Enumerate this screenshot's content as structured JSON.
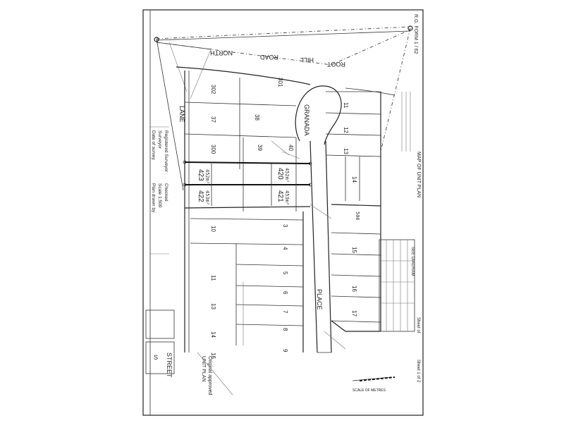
{
  "sheet": {
    "form_id": "R.G. FORM 1 / 62",
    "title_block": "MAP OF UNIT PLAN",
    "sheet_no": "Sheet 1 of 2"
  },
  "streets": {
    "north": [
      "NORTH",
      "ROAD",
      "HILL",
      "ROOT"
    ],
    "cul_de_sac": "GRANADA",
    "place": "PLACE",
    "side": "LANE",
    "lower": "STREET"
  },
  "lots_upper": [
    "302",
    "37",
    "38",
    "301",
    "300",
    "39",
    "40",
    "423",
    "422",
    "421",
    "420"
  ],
  "lots_right": [
    "11",
    "12",
    "13",
    "14",
    "15",
    "16",
    "17"
  ],
  "lots_center": [
    "3",
    "4",
    "5",
    "6",
    "7",
    "8",
    "9",
    "10",
    "11",
    "13",
    "14",
    "16"
  ],
  "areas": [
    "452m²",
    "453m²",
    "453m²",
    "452m²",
    "506"
  ],
  "left_notes": [
    "Date of survey",
    "Surveyor",
    "Registered Surveyor",
    "Plan drawn by",
    "Scale 1:500",
    "Checked"
  ],
  "bottom_notes": [
    "UNIT PLAN",
    "Original approved"
  ],
  "right_note": "SEE DIAGRAM",
  "bottom_right": "Sheet  of",
  "scale_note": "SCALE OF METRES"
}
